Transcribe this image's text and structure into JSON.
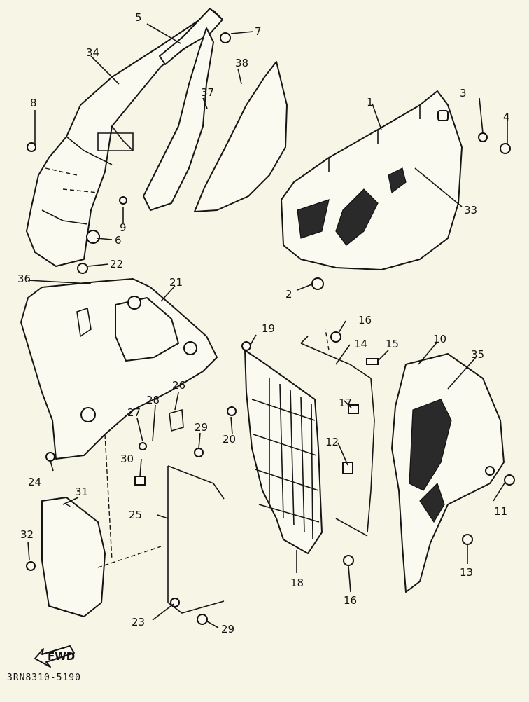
{
  "drawing_code": "3RN8310-5190",
  "fwd_label": "FWD",
  "callouts": [
    "5",
    "7",
    "34",
    "38",
    "37",
    "8",
    "9",
    "6",
    "1",
    "3",
    "4",
    "33",
    "2",
    "22",
    "36",
    "21",
    "19",
    "16",
    "14",
    "15",
    "10",
    "35",
    "26",
    "28",
    "27",
    "29",
    "24",
    "30",
    "20",
    "17",
    "12",
    "11",
    "25",
    "31",
    "32",
    "18",
    "13",
    "23",
    "16b",
    "29b"
  ],
  "callout_text": {
    "5": "5",
    "7": "7",
    "34": "34",
    "38": "38",
    "37": "37",
    "8": "8",
    "9": "9",
    "6": "6",
    "1": "1",
    "3": "3",
    "4": "4",
    "33": "33",
    "2": "2",
    "22": "22",
    "36": "36",
    "21": "21",
    "19": "19",
    "16": "16",
    "14": "14",
    "15": "15",
    "10": "10",
    "35": "35",
    "26": "26",
    "28": "28",
    "27": "27",
    "29": "29",
    "24": "24",
    "30": "30",
    "20": "20",
    "17": "17",
    "12": "12",
    "11": "11",
    "25": "25",
    "31": "31",
    "32": "32",
    "18": "18",
    "13": "13",
    "23": "23",
    "16b": "16",
    "29b": "29"
  }
}
